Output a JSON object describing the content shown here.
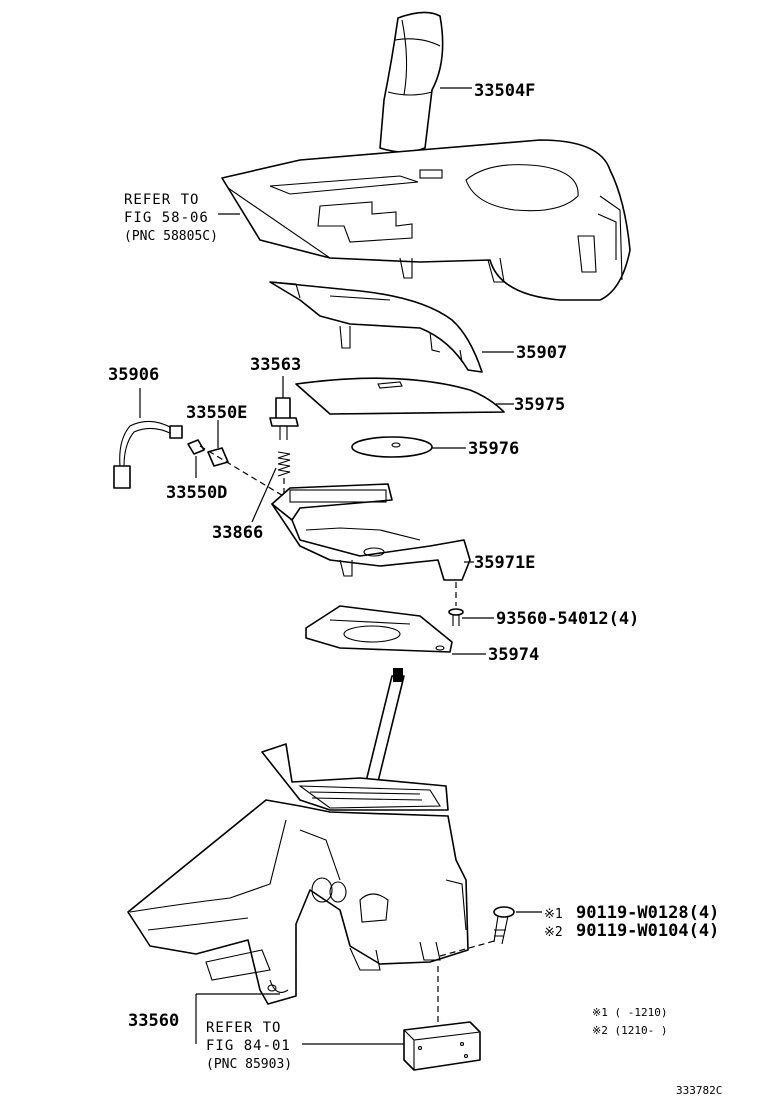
{
  "labels": {
    "knob": "33504F",
    "bezel_refer_l1": "REFER TO",
    "bezel_refer_l2": "FIG 58-06",
    "bezel_refer_l3": "(PNC 58805C)",
    "indicator_housing": "35907",
    "sensor_wire": "35906",
    "switch_33563": "33563",
    "bulb_e": "33550E",
    "bulb_d": "33550D",
    "slide_plate": "35975",
    "disc": "35976",
    "spring": "33866",
    "base_plate": "35971E",
    "screw": "93560-54012(4)",
    "lower_plate": "35974",
    "bolt_1_mark": "※1",
    "bolt_1": "90119-W0128(4)",
    "bolt_2_mark": "※2",
    "bolt_2": "90119-W0104(4)",
    "lever_assembly": "33560",
    "ecu_refer_l1": "REFER TO",
    "ecu_refer_l2": "FIG 84-01",
    "ecu_refer_l3": "(PNC 85903)",
    "note_1": "※1 (     -1210)",
    "note_2": "※2 (1210-     )",
    "figure_id": "333782C"
  }
}
